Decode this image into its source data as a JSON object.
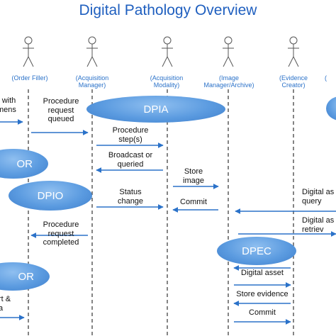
{
  "title": "Digital Pathology Overview",
  "actors": [
    {
      "label": "(Order Filler)"
    },
    {
      "label": "(Acquisition Manager)"
    },
    {
      "label": "(Acquisition Modality)"
    },
    {
      "label": "(Image Manager/Archive)"
    },
    {
      "label": "(Evidence Creator)"
    },
    {
      "label": "("
    }
  ],
  "profiles": [
    {
      "label": "DPIA"
    },
    {
      "label": "OR"
    },
    {
      "label": "DPIO"
    },
    {
      "label": "DPEC"
    },
    {
      "label": "OR"
    },
    {
      "label": ""
    }
  ],
  "messages": [
    {
      "text": "r with\nmens"
    },
    {
      "text": "Procedure\nrequest\nqueued"
    },
    {
      "text": "Procedure\nstep(s)"
    },
    {
      "text": "Broadcast or\nqueried"
    },
    {
      "text": "Store\nimage"
    },
    {
      "text": "Status\nchange"
    },
    {
      "text": "Commit"
    },
    {
      "text": "Digital as\nquery"
    },
    {
      "text": "Digital as\nretriev"
    },
    {
      "text": "Procedure\nrequest\ncompleted"
    },
    {
      "text": "Digital asset"
    },
    {
      "text": "Store evidence"
    },
    {
      "text": "Commit"
    },
    {
      "text": "rt &\na"
    }
  ]
}
